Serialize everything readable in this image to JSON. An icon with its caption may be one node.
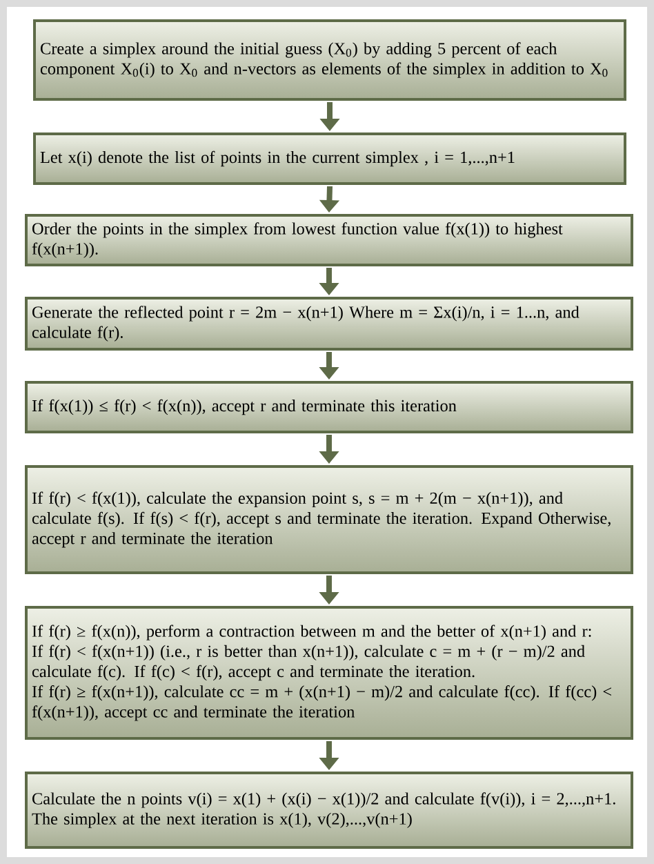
{
  "diagram": {
    "nodes": [
      {
        "text": [
          "Create a simplex around the initial guess (X$_{0}$) by adding 5 percent of each component X$_{0}$(i) to X$_{0}$ and n-vectors as elements of the simplex in addition to X$_{0}$"
        ]
      },
      {
        "text": [
          "Let x(i) denote the list of points in the current simplex , i = 1,...,n+1"
        ]
      },
      {
        "text": [
          "Order the points in the simplex from lowest function value f(x(1)) to highest f(x(n+1))."
        ]
      },
      {
        "text": [
          "Generate the reflected point r = 2m − x(n+1) Where m = Σx(i)/n, i = 1...n, and calculate f(r)."
        ]
      },
      {
        "text": [
          "If f(x(1)) ≤ f(r) < f(x(n)), accept r and terminate this iteration"
        ]
      },
      {
        "text": [
          "If f(r) < f(x(1)), calculate the expansion point s, s = m + 2(m − x(n+1)), and calculate f(s). If f(s) < f(r), accept s and terminate the iteration. Expand Otherwise, accept r and terminate the iteration"
        ]
      },
      {
        "text": [
          "If f(r) ≥ f(x(n)), perform a contraction between m and the better of x(n+1) and r: If f(r) < f(x(n+1)) (i.e., r is better than x(n+1)), calculate c = m + (r − m)/2 and calculate f(c). If f(c) < f(r), accept c and terminate the iteration.",
          "If f(r) ≥ f(x(n+1)), calculate cc = m + (x(n+1) − m)/2 and calculate f(cc). If f(cc) < f(x(n+1)), accept cc and terminate the iteration"
        ]
      },
      {
        "text": [
          "Calculate the n points v(i) = x(1) + (x(i) − x(1))/2 and calculate f(v(i)), i = 2,...,n+1. The simplex at the next iteration is x(1), v(2),...,v(n+1)"
        ]
      }
    ],
    "edges": [
      {
        "from": 0,
        "to": 1,
        "arrow": "to"
      },
      {
        "from": 1,
        "to": 2,
        "arrow": "to"
      },
      {
        "from": 2,
        "to": 3,
        "arrow": "to"
      },
      {
        "from": 3,
        "to": 4,
        "arrow": "to"
      },
      {
        "from": 4,
        "to": 5,
        "arrow": "to"
      },
      {
        "from": 5,
        "to": 6,
        "arrow": "to"
      },
      {
        "from": 6,
        "to": 7,
        "arrow": "to"
      }
    ]
  }
}
